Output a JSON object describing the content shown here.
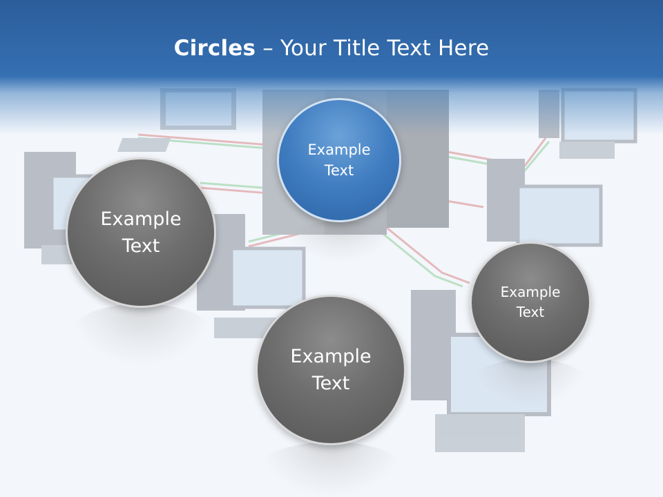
{
  "title": {
    "bold": "Circles",
    "rest": " – Your Title Text Here"
  },
  "circles": [
    {
      "line1": "Example",
      "line2": "Text"
    },
    {
      "line1": "Example",
      "line2": "Text"
    },
    {
      "line1": "Example",
      "line2": "Text"
    },
    {
      "line1": "Example",
      "line2": "Text"
    }
  ],
  "colors": {
    "title_band": "#2f66a8",
    "circle_blue": "#3f7cc0",
    "circle_gray": "#6e6e6e",
    "background": "#f3f6fb"
  },
  "background_image": "network-of-computers-illustration"
}
